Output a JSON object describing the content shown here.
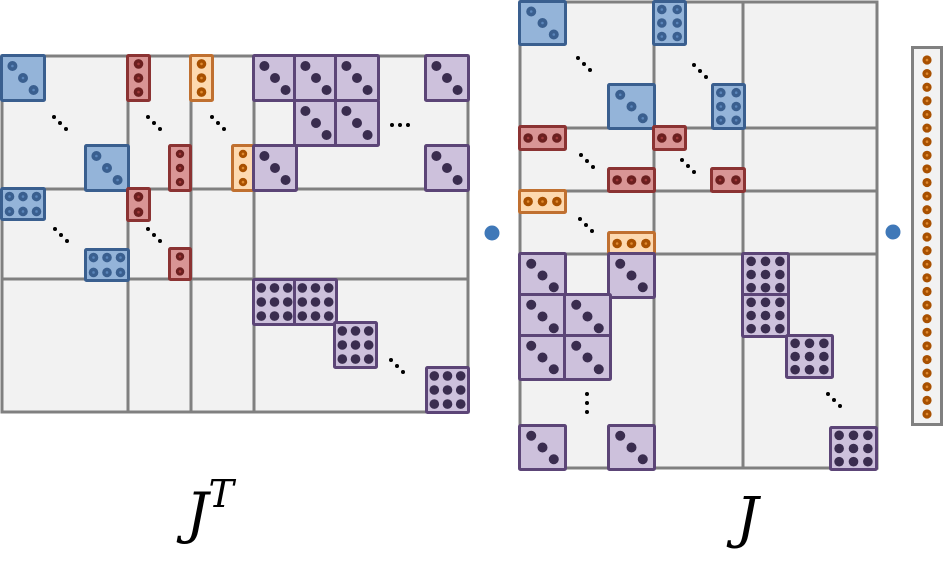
{
  "labels": {
    "left_matrix": "J",
    "left_matrix_superscript": "T",
    "right_matrix": "J"
  },
  "colors": {
    "grid": "#808080",
    "background": "#f2f2f2",
    "blue": "#94b4d9",
    "red": "#d99595",
    "orange": "#fdd9b0",
    "purple": "#cdc1dc",
    "product_dot": "#3f78b8"
  }
}
